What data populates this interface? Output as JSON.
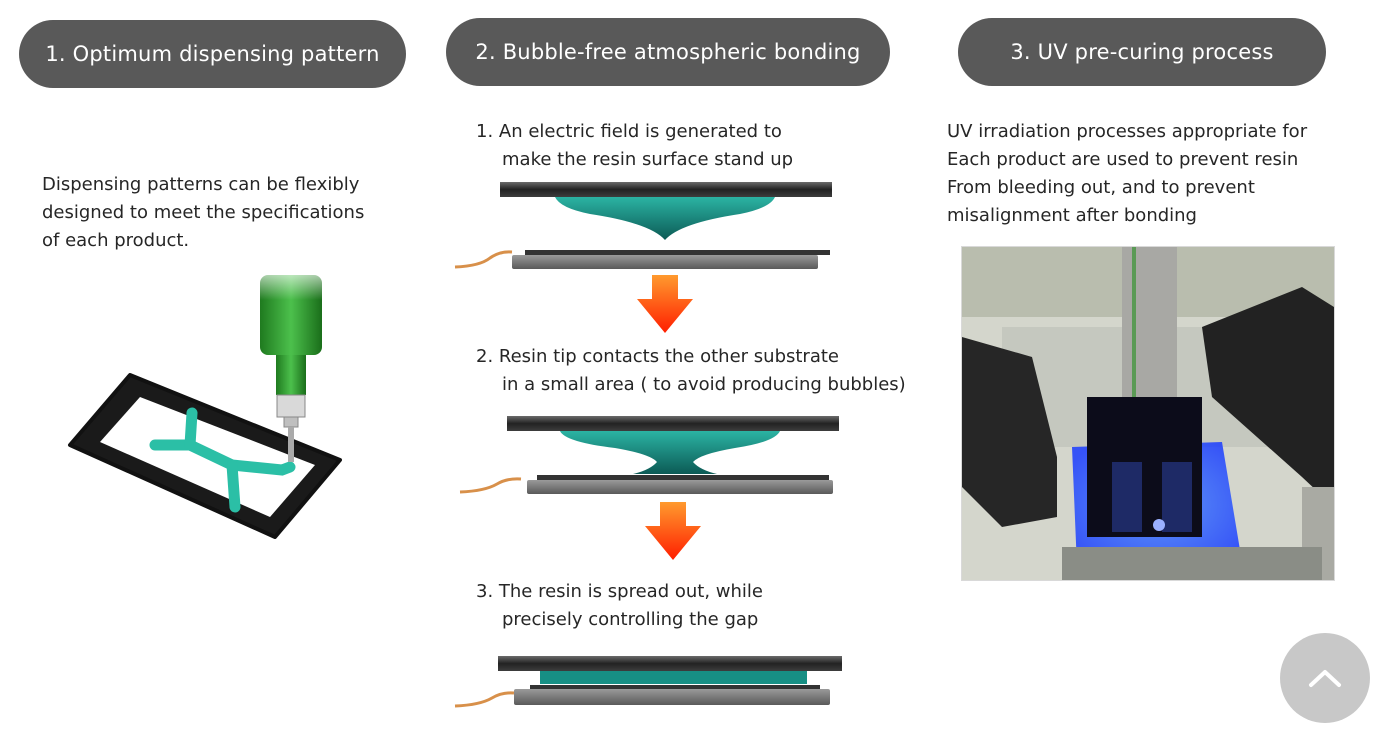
{
  "sections": [
    {
      "title": "1.  Optimum dispensing pattern",
      "description": [
        "Dispensing patterns can be flexibly",
        "designed to meet the specifications",
        "of each product."
      ]
    },
    {
      "title": "2. Bubble-free atmospheric bonding",
      "steps": [
        {
          "line1": "1. An electric field is generated to",
          "line2": "make the resin surface stand up"
        },
        {
          "line1": "2. Resin tip contacts the other substrate",
          "line2": "in a small area ( to avoid producing bubbles)"
        },
        {
          "line1": "3. The resin is spread out, while",
          "line2": "precisely controlling the gap"
        }
      ]
    },
    {
      "title": "3. UV pre-curing process",
      "description": [
        "UV irradiation processes appropriate for",
        "Each product are used to prevent  resin",
        "From bleeding out, and to prevent",
        "misalignment after bonding"
      ]
    }
  ],
  "colors": {
    "pill": "#595959",
    "resin": "#1a9e92",
    "arrow_top": "#ff9a2e",
    "arrow_bottom": "#ff1e00",
    "plate": "#3a3a3a",
    "wire": "#d8904a"
  },
  "scroll_top": {
    "icon": "chevron-up-icon"
  }
}
